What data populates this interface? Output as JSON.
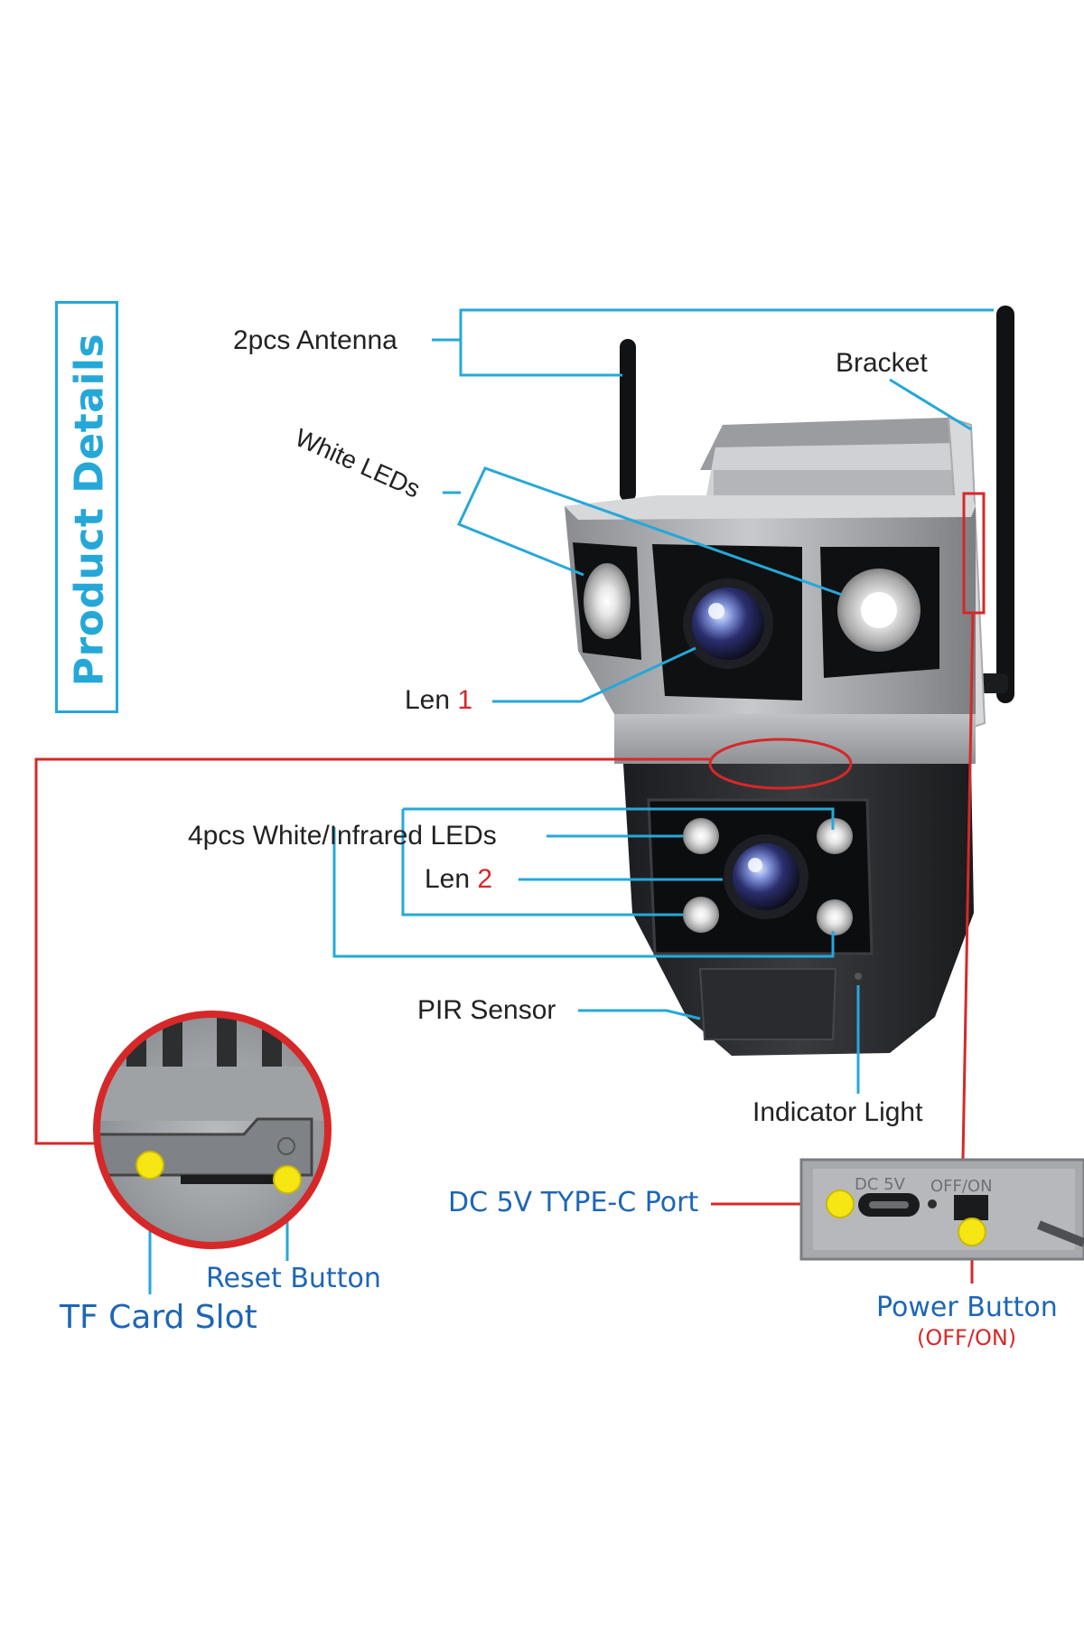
{
  "title": "Product Details",
  "labels": {
    "antenna": "2pcs Antenna",
    "bracket": "Bracket",
    "white_leds": "White LEDs",
    "len1_text": "Len",
    "len1_num": "1",
    "ir_leds": "4pcs White/Infrared LEDs",
    "len2_text": "Len",
    "len2_num": "2",
    "pir": "PIR Sensor",
    "indicator": "Indicator Light",
    "dc_port": "DC 5V TYPE-C Port",
    "reset": "Reset Button",
    "tf_card": "TF Card Slot",
    "power": "Power Button",
    "power_sub": "(OFF/ON)"
  },
  "port_panel": {
    "dc_marking": "DC 5V",
    "switch_marking": "OFF/ON"
  },
  "colors": {
    "callout_blue": "#25a8d8",
    "callout_red": "#d62828",
    "label_blue": "#1d66b6",
    "marker_yellow": "#f5e614"
  }
}
